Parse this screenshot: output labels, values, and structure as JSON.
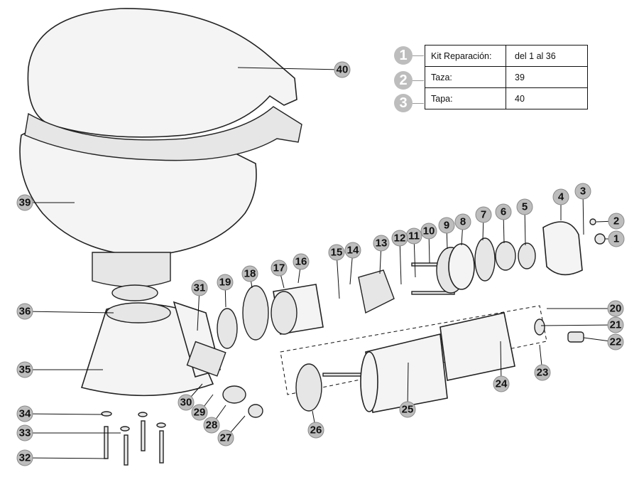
{
  "legend": {
    "rows": [
      {
        "index": "1",
        "label": "Kit Reparación:",
        "value": "del 1 al 36"
      },
      {
        "index": "2",
        "label": "Taza:",
        "value": "39"
      },
      {
        "index": "3",
        "label": "Tapa:",
        "value": "40"
      }
    ]
  },
  "callouts": [
    "1",
    "2",
    "3",
    "4",
    "5",
    "6",
    "7",
    "8",
    "9",
    "10",
    "11",
    "12",
    "13",
    "14",
    "15",
    "16",
    "17",
    "18",
    "19",
    "20",
    "21",
    "22",
    "23",
    "24",
    "25",
    "26",
    "27",
    "28",
    "29",
    "30",
    "31",
    "32",
    "33",
    "34",
    "35",
    "36",
    "39",
    "40"
  ]
}
